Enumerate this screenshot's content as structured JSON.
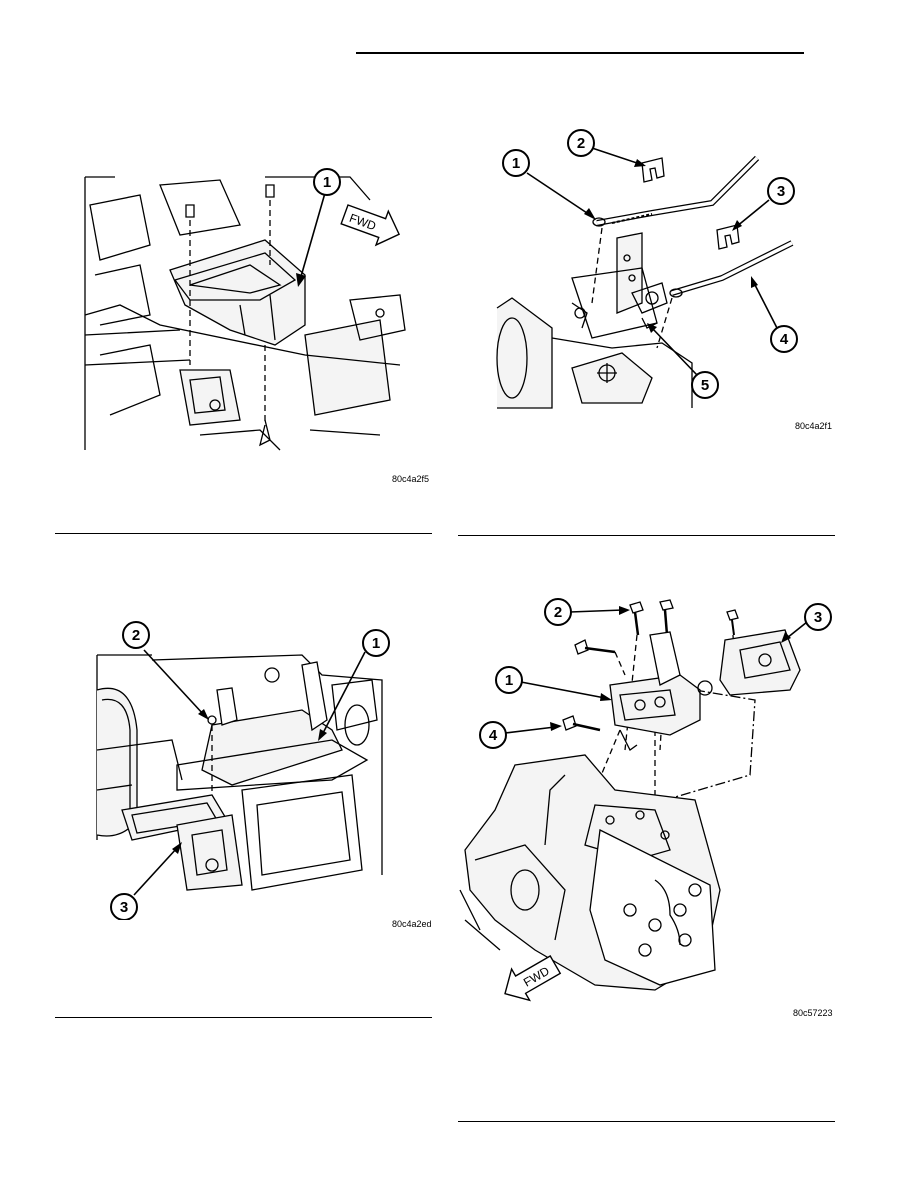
{
  "figures": [
    {
      "code": "80c4a2f5",
      "fwd_label": "FWD",
      "callouts": [
        "1"
      ]
    },
    {
      "code": "80c4a2f1",
      "callouts": [
        "1",
        "2",
        "3",
        "4",
        "5"
      ]
    },
    {
      "code": "80c4a2ed",
      "callouts": [
        "1",
        "2",
        "3"
      ]
    },
    {
      "code": "80c57223",
      "fwd_label": "FWD",
      "callouts": [
        "1",
        "2",
        "3",
        "4"
      ]
    }
  ]
}
